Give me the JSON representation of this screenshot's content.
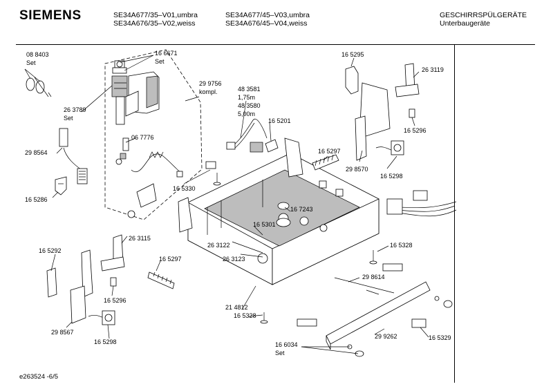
{
  "header": {
    "brand": "SIEMENS",
    "models_col1": [
      "SE34A677/35–V01,umbra",
      "SE34A676/35–V02,weiss"
    ],
    "models_col2": [
      "SE34A677/45–V03,umbra",
      "SE34A676/45–V04,weiss"
    ],
    "category": "GESCHIRRSPÜLGERÄTE",
    "subcategory": "Unterbaugeräte"
  },
  "labels": {
    "p088403": "08 8403",
    "p088403_set": "Set",
    "p166671": "16 6671",
    "p166671_set": "Set",
    "p299756": "29 9756",
    "p299756_kompl": "kompl.",
    "p263789": "26 3789",
    "p263789_set": "Set",
    "p067776": "06 7776",
    "p298564": "29 8564",
    "p165286": "16 5286",
    "p483581": "48 3581",
    "p483581_len": "1,75m",
    "p483580": "48 3580",
    "p483580_len": "5,00m",
    "p165201": "16 5201",
    "p165330": "16 5330",
    "p165295": "16 5295",
    "p263119": "26 3119",
    "p165296_r": "16 5296",
    "p165297_r": "16 5297",
    "p298570": "29 8570",
    "p165298_r": "16 5298",
    "p167243": "16 7243",
    "p165301": "16 5301",
    "p263122": "26 3122",
    "p263123": "26 3123",
    "p165292": "16 5292",
    "p263115": "26 3115",
    "p165297_l": "16 5297",
    "p165296_l": "16 5296",
    "p298567": "29 8567",
    "p165298_l": "16 5298",
    "p214812": "21 4812",
    "p165328_l": "16 5328",
    "p165328_r": "16 5328",
    "p298614": "29 8614",
    "p299262": "29 9262",
    "p165329": "16 5329",
    "p166034": "16 6034",
    "p166034_set": "Set"
  },
  "footer": {
    "doc_id": "e263524 -6/5"
  }
}
